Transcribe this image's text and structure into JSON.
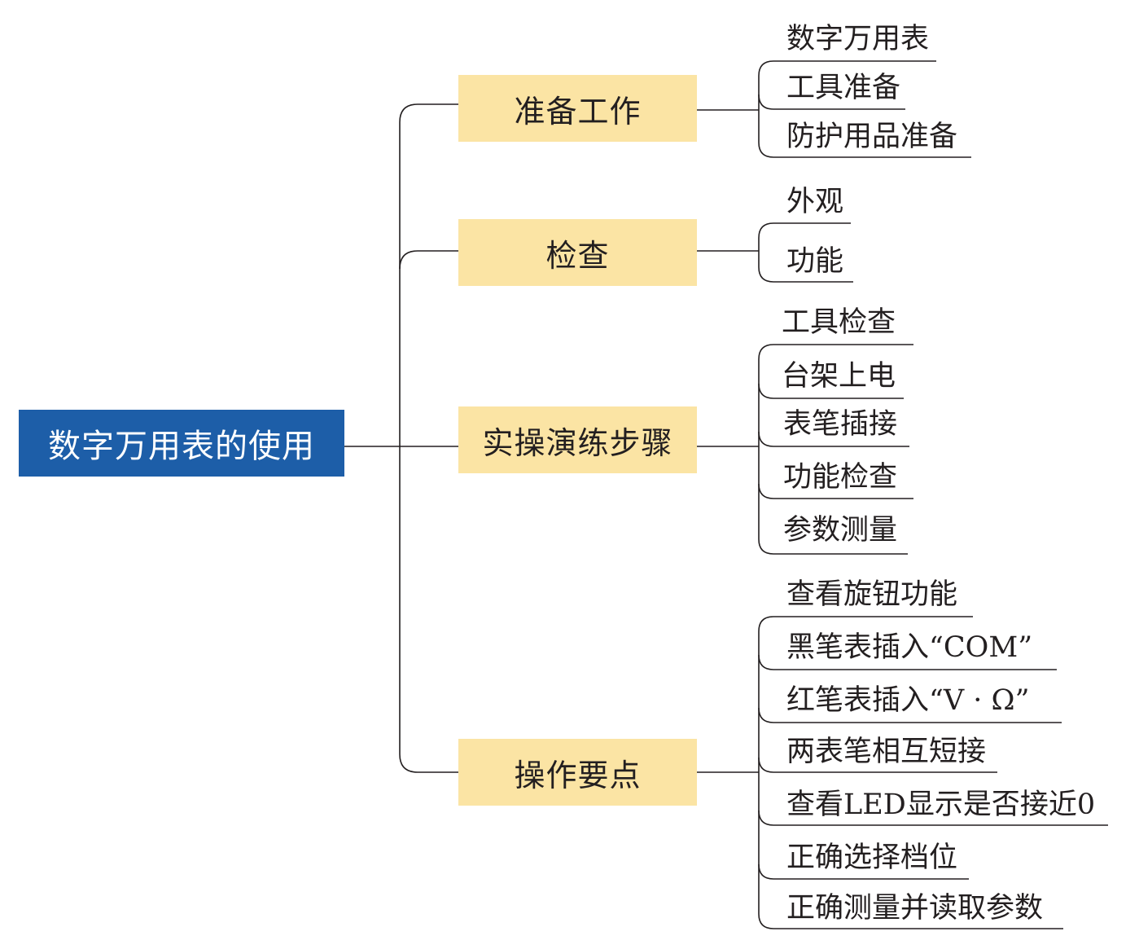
{
  "root": {
    "label": "数字万用表的使用"
  },
  "branches": [
    {
      "label": "准备工作",
      "leaves": [
        "数字万用表",
        "工具准备",
        "防护用品准备"
      ]
    },
    {
      "label": "检查",
      "leaves": [
        "外观",
        "功能"
      ]
    },
    {
      "label": "实操演练步骤",
      "leaves": [
        "工具检查",
        "台架上电",
        "表笔插接",
        "功能检查",
        "参数测量"
      ]
    },
    {
      "label": "操作要点",
      "leaves": [
        "查看旋钮功能",
        "黑笔表插入“COM”",
        "红笔表插入“V · Ω”",
        "两表笔相互短接",
        "查看LED显示是否接近0",
        "正确选择档位",
        "正确测量并读取参数"
      ]
    }
  ],
  "colors": {
    "root_fill": "#1d5ea8",
    "branch_fill": "#fbe4a4",
    "line": "#231f20"
  }
}
